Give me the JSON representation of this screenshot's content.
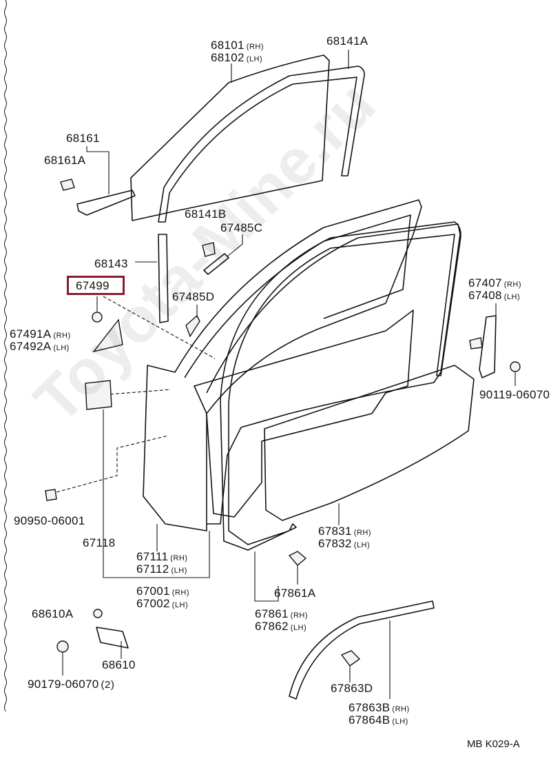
{
  "diagram": {
    "watermark": "Toyota-Mine.ru",
    "code": "MB  K029-A",
    "highlight_part": "67499",
    "labels": [
      {
        "id": "l68101",
        "lines": [
          {
            "num": "68101",
            "suffix": "(RH)"
          },
          {
            "num": "68102",
            "suffix": "(LH)"
          }
        ]
      },
      {
        "id": "l68141a",
        "lines": [
          {
            "num": "68141A",
            "suffix": ""
          }
        ]
      },
      {
        "id": "l68161",
        "lines": [
          {
            "num": "68161",
            "suffix": ""
          }
        ]
      },
      {
        "id": "l68161a",
        "lines": [
          {
            "num": "68161A",
            "suffix": ""
          }
        ]
      },
      {
        "id": "l68141b",
        "lines": [
          {
            "num": "68141B",
            "suffix": ""
          }
        ]
      },
      {
        "id": "l67485c",
        "lines": [
          {
            "num": "67485C",
            "suffix": ""
          }
        ]
      },
      {
        "id": "l68143",
        "lines": [
          {
            "num": "68143",
            "suffix": ""
          }
        ]
      },
      {
        "id": "l67499",
        "lines": [
          {
            "num": "67499",
            "suffix": ""
          }
        ]
      },
      {
        "id": "l67485d",
        "lines": [
          {
            "num": "67485D",
            "suffix": ""
          }
        ]
      },
      {
        "id": "l67491",
        "lines": [
          {
            "num": "67491A",
            "suffix": "(RH)"
          },
          {
            "num": "67492A",
            "suffix": "(LH)"
          }
        ]
      },
      {
        "id": "l67407",
        "lines": [
          {
            "num": "67407",
            "suffix": "(RH)"
          },
          {
            "num": "67408",
            "suffix": "(LH)"
          }
        ]
      },
      {
        "id": "l90119",
        "lines": [
          {
            "num": "90119-06070",
            "suffix": ""
          }
        ]
      },
      {
        "id": "l90950",
        "lines": [
          {
            "num": "90950-06001",
            "suffix": ""
          }
        ]
      },
      {
        "id": "l67118",
        "lines": [
          {
            "num": "67118",
            "suffix": ""
          }
        ]
      },
      {
        "id": "l67111",
        "lines": [
          {
            "num": "67111",
            "suffix": "(RH)"
          },
          {
            "num": "67112",
            "suffix": "(LH)"
          }
        ]
      },
      {
        "id": "l67831",
        "lines": [
          {
            "num": "67831",
            "suffix": "(RH)"
          },
          {
            "num": "67832",
            "suffix": "(LH)"
          }
        ]
      },
      {
        "id": "l67001",
        "lines": [
          {
            "num": "67001",
            "suffix": "(RH)"
          },
          {
            "num": "67002",
            "suffix": "(LH)"
          }
        ]
      },
      {
        "id": "l67861a",
        "lines": [
          {
            "num": "67861A",
            "suffix": ""
          }
        ]
      },
      {
        "id": "l68610a",
        "lines": [
          {
            "num": "68610A",
            "suffix": ""
          }
        ]
      },
      {
        "id": "l67861",
        "lines": [
          {
            "num": "67861",
            "suffix": "(RH)"
          },
          {
            "num": "67862",
            "suffix": "(LH)"
          }
        ]
      },
      {
        "id": "l68610",
        "lines": [
          {
            "num": "68610",
            "suffix": ""
          }
        ]
      },
      {
        "id": "l90179",
        "lines": [
          {
            "num": "90179-06070",
            "suffix": "(2)"
          }
        ]
      },
      {
        "id": "l67863d",
        "lines": [
          {
            "num": "67863D",
            "suffix": ""
          }
        ]
      },
      {
        "id": "l67863b",
        "lines": [
          {
            "num": "67863B",
            "suffix": "(RH)"
          },
          {
            "num": "67864B",
            "suffix": "(LH)"
          }
        ]
      }
    ]
  }
}
